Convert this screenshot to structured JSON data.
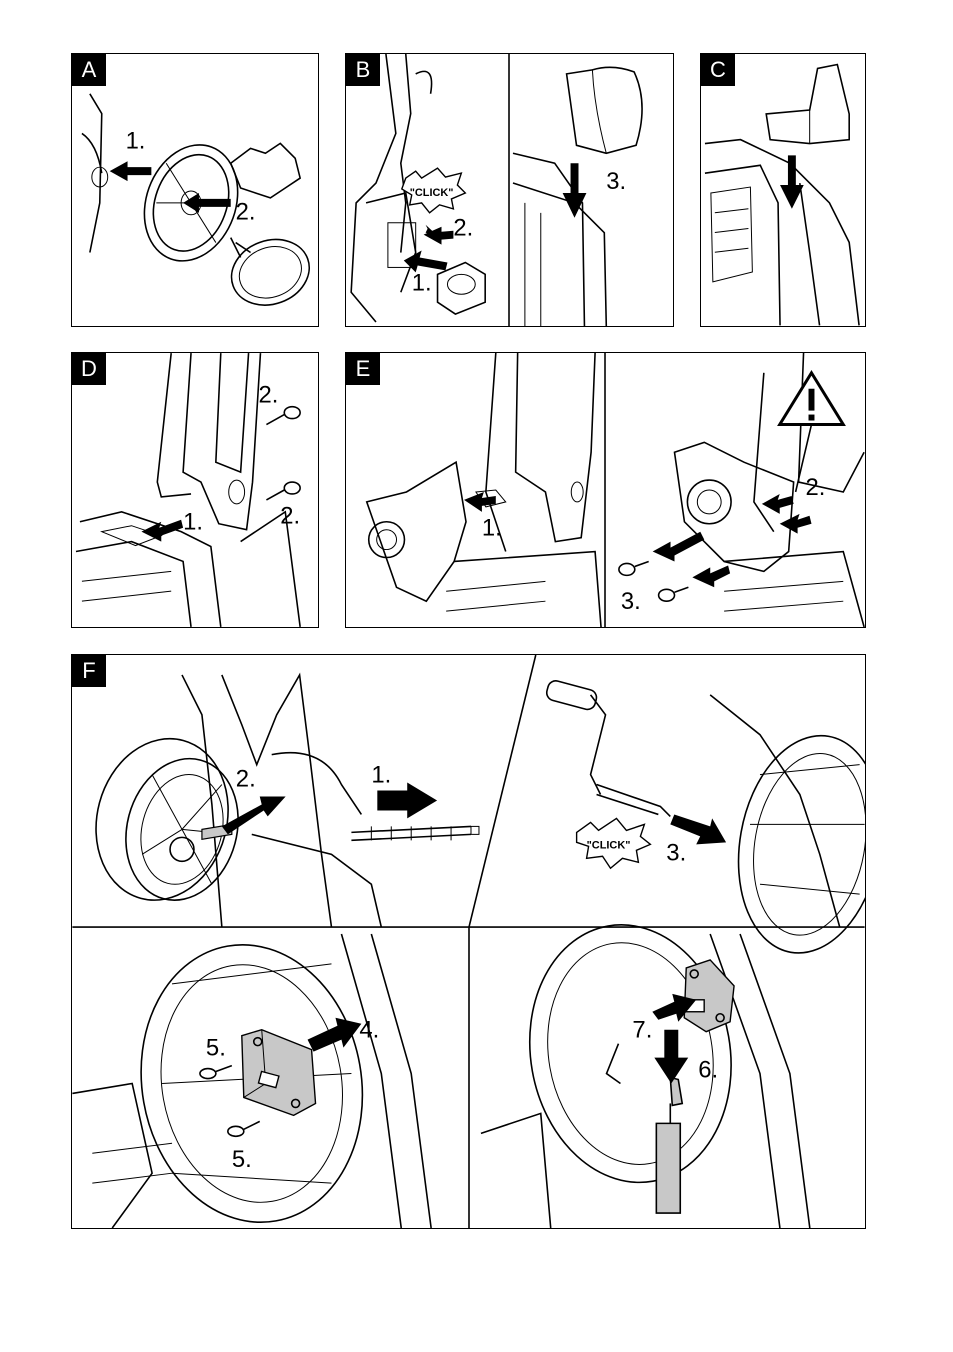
{
  "panels": {
    "a": {
      "label": "A",
      "steps": [
        "1.",
        "2."
      ]
    },
    "b": {
      "label": "B",
      "steps": [
        "1.",
        "2.",
        "3."
      ],
      "click": "\"CLICK\""
    },
    "c": {
      "label": "C"
    },
    "d": {
      "label": "D",
      "steps": [
        "1.",
        "2.",
        "2."
      ]
    },
    "e": {
      "label": "E",
      "steps": [
        "1.",
        "2.",
        "3."
      ]
    },
    "f": {
      "label": "F",
      "steps": [
        "1.",
        "2.",
        "3.",
        "4.",
        "5.",
        "5.",
        "6.",
        "7."
      ],
      "click": "\"CLICK\""
    }
  },
  "colors": {
    "ink": "#000000",
    "paper": "#ffffff",
    "highlight": "#c8c8c8"
  }
}
